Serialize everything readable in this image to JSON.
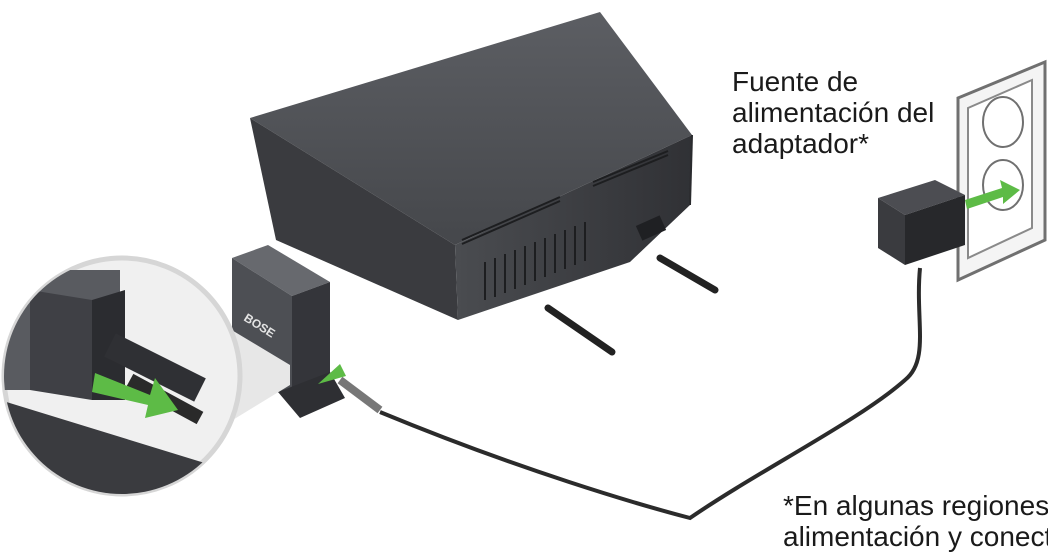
{
  "labels": {
    "power_source": "Fuente de\nalimentación del\nadaptador*",
    "footnote": "*En algunas regiones,\nalimentación y conector..."
  },
  "product": {
    "logo_text": "BOSE"
  },
  "colors": {
    "device_dark": "#3d3e42",
    "device_mid": "#55575c",
    "device_light": "#6e7076",
    "arrow_green": "#5dbb46",
    "outlet_outline": "#707070",
    "cable": "#2b2b2b"
  },
  "icons": {
    "power_arrow": "green-arrow-icon",
    "insert_arrow": "green-arrow-icon",
    "wall_outlet": "wall-outlet-icon"
  }
}
